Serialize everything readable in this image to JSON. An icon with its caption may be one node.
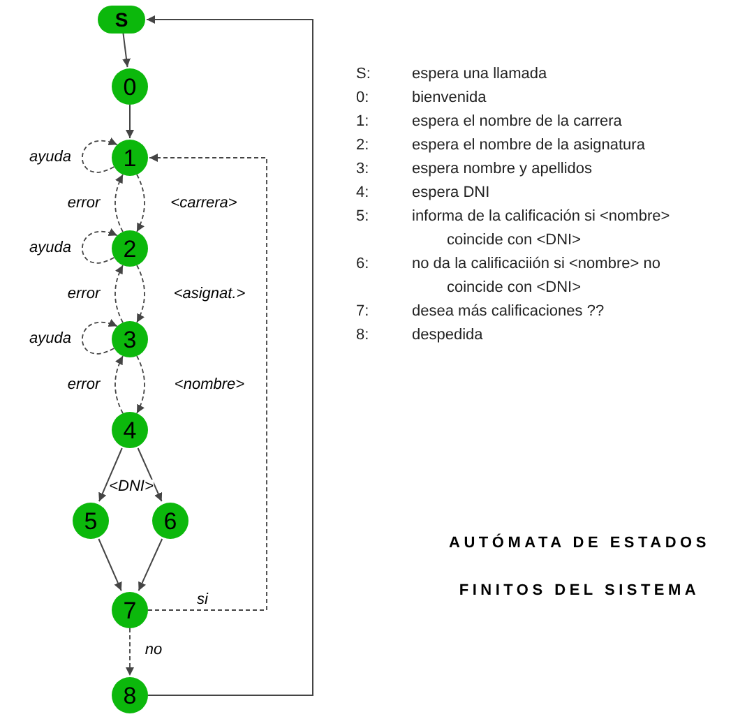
{
  "diagram": {
    "title": "AUTÓMATA DE ESTADOS FINITOS DEL SISTEMA",
    "nodes": [
      {
        "text": [
          "S"
        ]
      },
      {
        "text": [
          "0"
        ]
      },
      {
        "text": [
          "1"
        ]
      },
      {
        "text": [
          "2"
        ]
      },
      {
        "text": [
          "3"
        ]
      },
      {
        "text": [
          "4"
        ]
      },
      {
        "text": [
          "5"
        ]
      },
      {
        "text": [
          "6"
        ]
      },
      {
        "text": [
          "7"
        ]
      },
      {
        "text": [
          "8"
        ]
      }
    ],
    "edges": [
      {
        "from": 0,
        "to": 1,
        "arrow": "to"
      },
      {
        "from": 1,
        "to": 2,
        "arrow": "to"
      },
      {
        "from": 2,
        "to": 2,
        "arrow": "to",
        "label": "ayuda",
        "style": "dashed"
      },
      {
        "from": 3,
        "to": 2,
        "arrow": "to",
        "label": "error",
        "style": "dashed"
      },
      {
        "from": 2,
        "to": 3,
        "arrow": "to",
        "label": "<carrera>",
        "style": "dashed"
      },
      {
        "from": 3,
        "to": 3,
        "arrow": "to",
        "label": "ayuda",
        "style": "dashed"
      },
      {
        "from": 4,
        "to": 3,
        "arrow": "to",
        "label": "error",
        "style": "dashed"
      },
      {
        "from": 3,
        "to": 4,
        "arrow": "to",
        "label": "<asignat.>",
        "style": "dashed"
      },
      {
        "from": 4,
        "to": 4,
        "arrow": "to",
        "label": "ayuda",
        "style": "dashed"
      },
      {
        "from": 5,
        "to": 4,
        "arrow": "to",
        "label": "error",
        "style": "dashed"
      },
      {
        "from": 4,
        "to": 5,
        "arrow": "to",
        "label": "<nombre>",
        "style": "dashed"
      },
      {
        "from": 5,
        "to": 6,
        "arrow": "to",
        "label": "<DNI>"
      },
      {
        "from": 5,
        "to": 7,
        "arrow": "to"
      },
      {
        "from": 6,
        "to": 8,
        "arrow": "to"
      },
      {
        "from": 7,
        "to": 8,
        "arrow": "to"
      },
      {
        "from": 8,
        "to": 2,
        "arrow": "to",
        "label": "si",
        "style": "dashed"
      },
      {
        "from": 8,
        "to": 9,
        "arrow": "to",
        "label": "no",
        "style": "dashed"
      },
      {
        "from": 9,
        "to": 0,
        "arrow": "to"
      }
    ],
    "labels": [
      "S:",
      "espera una llamada",
      "0:",
      "bienvenida",
      "1:",
      "espera el nombre de la carrera",
      "2:",
      "espera el nombre de la asignatura",
      "3:",
      "espera  nombre y apellidos",
      "4:",
      "espera DNI",
      "5:",
      "informa de la calificación si <nombre> coincide con <DNI>",
      "6:",
      "no  da la calificaciión si <nombre> no coincide con <DNI>",
      "7:",
      "desea más calificaciones ??",
      "8:",
      "despedida"
    ]
  }
}
